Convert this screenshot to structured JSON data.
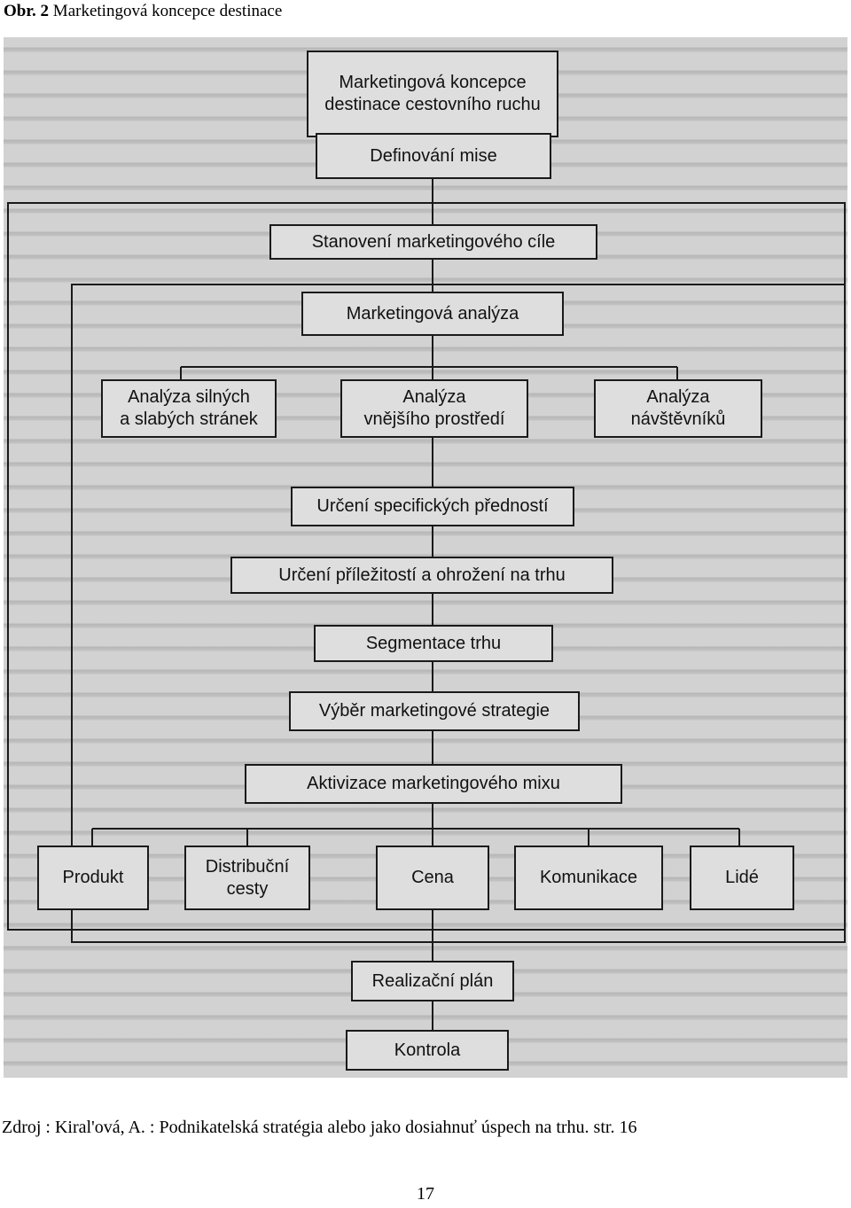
{
  "figure": {
    "label": "Obr. 2",
    "title": "Marketingová koncepce destinace"
  },
  "diagram": {
    "top": [
      "Marketingová koncepce",
      "destinace cestovního ruchu"
    ],
    "mission": "Definování mise",
    "objective": "Stanovení marketingového cíle",
    "analysis": "Marketingová analýza",
    "analysis_items": [
      [
        "Analýza silných",
        "a slabých stránek"
      ],
      [
        "Analýza",
        "vnějšího prostředí"
      ],
      [
        "Analýza",
        "návštěvníků"
      ]
    ],
    "specific": "Určení specifických předností",
    "opportunities": "Určení příležitostí a ohrožení na trhu",
    "segmentation": "Segmentace trhu",
    "strategy": "Výběr marketingové strategie",
    "mix": "Aktivizace marketingového mixu",
    "mix_items": [
      [
        "Produkt"
      ],
      [
        "Distribuční",
        "cesty"
      ],
      [
        "Cena"
      ],
      [
        "Komunikace"
      ],
      [
        "Lidé"
      ]
    ],
    "plan": "Realizační plán",
    "control": "Kontrola"
  },
  "source": "Zdroj : Kiral'ová, A. : Podnikatelská stratégia alebo jako dosiahnuť úspech na trhu. str. 16",
  "page_number": "17"
}
